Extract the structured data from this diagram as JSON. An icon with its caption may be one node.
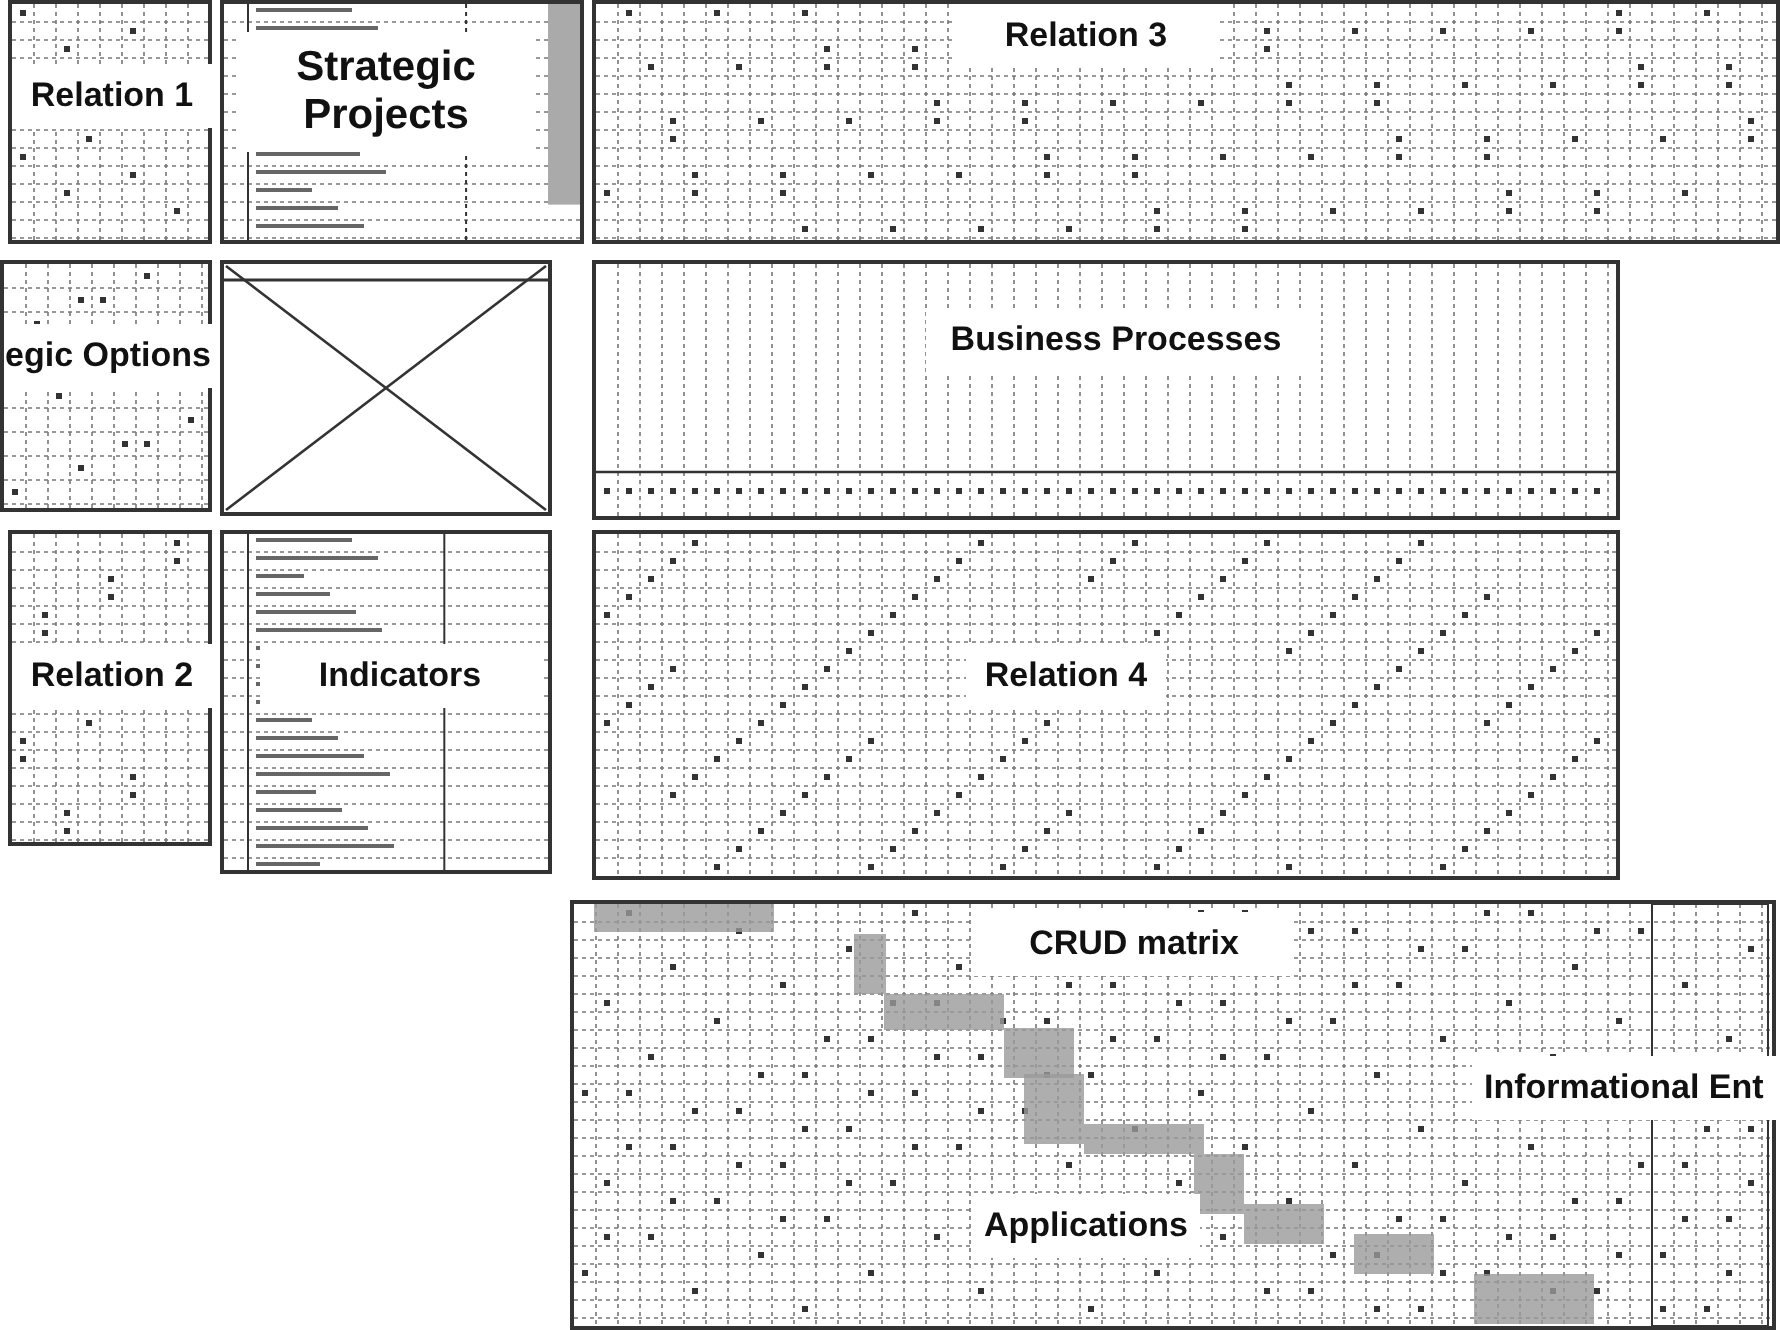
{
  "diagram": {
    "nodes": [
      {
        "text": [
          "Relation 1"
        ]
      },
      {
        "text": [
          "Strategic Projects"
        ]
      },
      {
        "text": [
          "Relation 3"
        ]
      },
      {
        "text": [
          "egic Options"
        ]
      },
      {
        "text": [],
        "shape": "box"
      },
      {
        "text": [
          "Business Processes"
        ]
      },
      {
        "text": [
          "Relation 2"
        ]
      },
      {
        "text": [
          "Indicators"
        ]
      },
      {
        "text": [
          "Relation 4"
        ]
      },
      {
        "text": [
          "CRUD matrix"
        ]
      }
    ],
    "labels": [
      "Informational Ent",
      "Applications"
    ]
  }
}
